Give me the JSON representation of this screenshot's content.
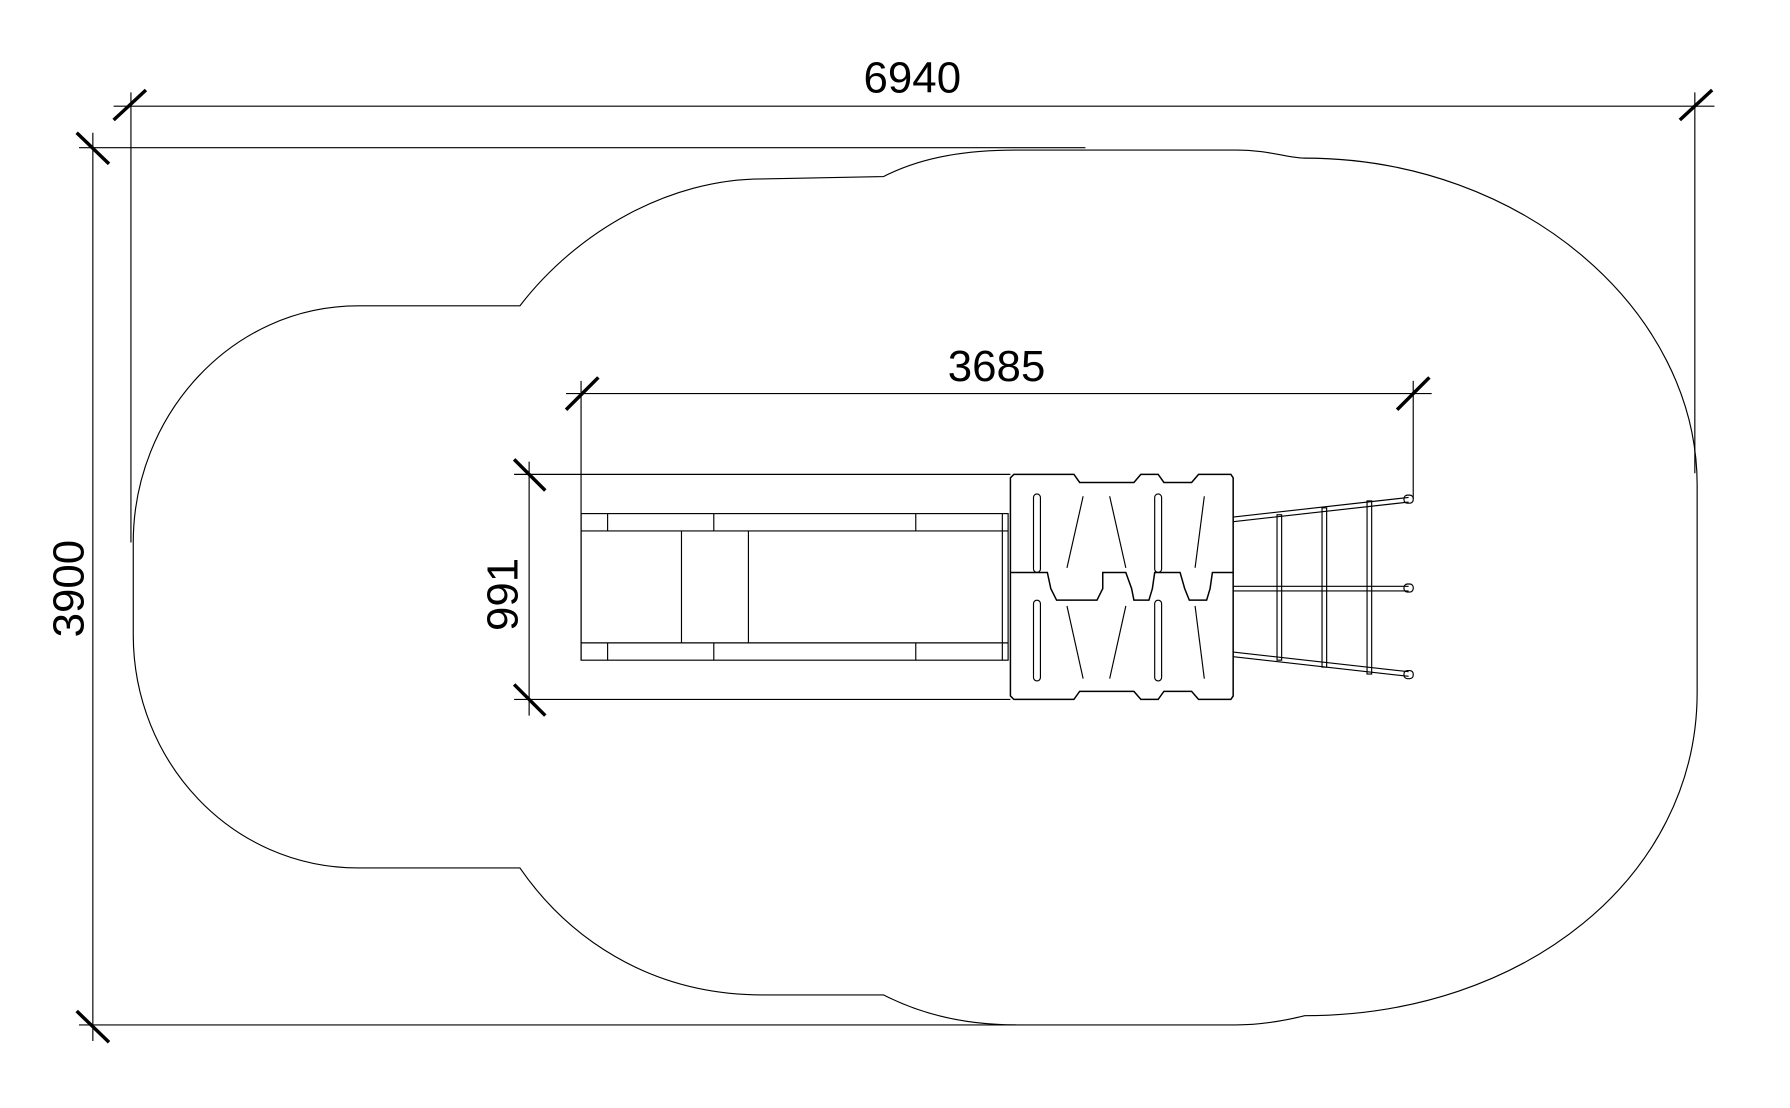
{
  "drawing": {
    "dimensions": {
      "overall_length": "6940",
      "overall_width": "3900",
      "equipment_length": "3685",
      "equipment_width": "991"
    },
    "colors": {
      "line": "#000000",
      "background": "#ffffff"
    }
  }
}
